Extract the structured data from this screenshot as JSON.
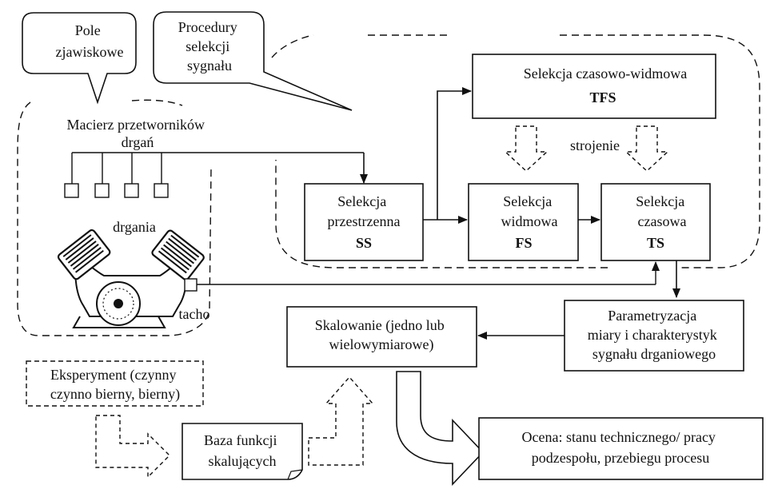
{
  "callouts": {
    "field": [
      "Pole",
      "zjawiskowe"
    ],
    "procedures": [
      "Procedury",
      "selekcji",
      "sygnału"
    ]
  },
  "sensor_array": [
    "Macierz przetworników",
    "drgań"
  ],
  "vibration_label": "drgania",
  "tacho_label": "tacho",
  "spatial_selection": {
    "lines": [
      "Selekcja",
      "przestrzenna"
    ],
    "code": "SS"
  },
  "spectral_selection": {
    "lines": [
      "Selekcja",
      "widmowa"
    ],
    "code": "FS"
  },
  "time_selection": {
    "lines": [
      "Selekcja",
      "czasowa"
    ],
    "code": "TS"
  },
  "time_frequency_selection": {
    "lines": [
      "Selekcja czasowo-widmowa"
    ],
    "code": "TFS"
  },
  "tuning_label": "strojenie",
  "parametrization": [
    "Parametryzacja",
    "miary i charakterystyk",
    "sygnału drganiowego"
  ],
  "scaling": [
    "Skalowanie (jedno lub",
    "wielowymiarowe)"
  ],
  "experiment": [
    "Eksperyment (czynny",
    "czynno bierny, bierny)"
  ],
  "scaling_functions": [
    "Baza funkcji",
    "skalujących"
  ],
  "assessment": [
    "Ocena: stanu technicznego/ pracy",
    "podzespołu, przebiegu procesu"
  ]
}
